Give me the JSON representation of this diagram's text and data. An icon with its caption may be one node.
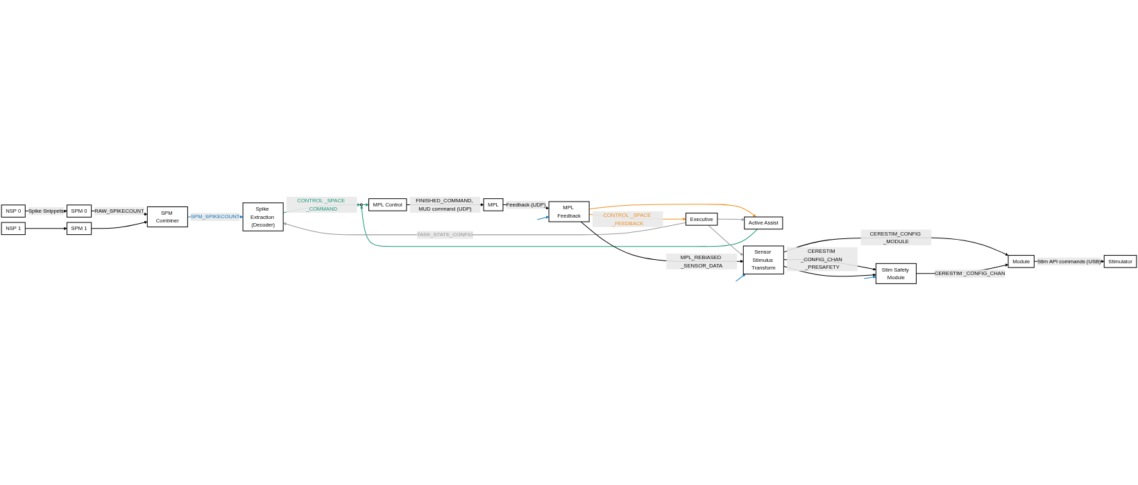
{
  "diagram": {
    "nodes": [
      {
        "text": [
          "NSP 0"
        ]
      },
      {
        "text": [
          "NSP 1"
        ]
      },
      {
        "text": [
          "SPM 0"
        ]
      },
      {
        "text": [
          "SPM 1"
        ]
      },
      {
        "text": [
          "SPM Combiner"
        ]
      },
      {
        "text": [
          "Spike Extraction (Decoder)"
        ]
      },
      {
        "text": [],
        "shape": "circle"
      },
      {
        "text": [
          "MPL Control"
        ]
      },
      {
        "text": [
          "Active Assist"
        ]
      },
      {
        "text": [
          "MPL Feedback"
        ]
      },
      {
        "text": [
          "MPL"
        ]
      },
      {
        "text": [
          "Executive"
        ]
      },
      {
        "text": [
          "Stimulator"
        ]
      },
      {
        "text": [
          "Module"
        ]
      },
      {
        "text": [
          "Stim Safety Module"
        ]
      },
      {
        "text": [
          "Sensor Stimulus Transform"
        ]
      }
    ],
    "edges": [
      {
        "from": 0,
        "to": 2,
        "arrow": "to",
        "label": "Spike Snippets"
      },
      {
        "from": 1,
        "to": 3,
        "arrow": "to"
      },
      {
        "from": 2,
        "to": 4,
        "arrow": "to",
        "label": "RAW_SPIKECOUNT"
      },
      {
        "from": 3,
        "to": 4,
        "arrow": "to"
      },
      {
        "from": 4,
        "to": 5,
        "arrow": "to",
        "label": "SPM_SPIKECOUNT",
        "color": "#1a7fc1"
      },
      {
        "from": 5,
        "to": 6,
        "arrow": "to",
        "label": "CONTROL _SPACE _COMMAND",
        "color": "#1a9a7a"
      },
      {
        "from": 6,
        "to": 7,
        "arrow": "to",
        "color": "#1a9a7a"
      },
      {
        "from": 8,
        "to": 6,
        "arrow": "to",
        "color": "#1a9a7a"
      },
      {
        "from": 7,
        "to": 10,
        "arrow": "to",
        "label": "FINISHED_COMMAND, MUD command (UDP)"
      },
      {
        "from": 10,
        "to": 9,
        "arrow": "to",
        "label": "Feedback (UDP)"
      },
      {
        "from": 9,
        "to": 8,
        "arrow": "to",
        "color": "#f0901e"
      },
      {
        "from": 9,
        "to": 11,
        "arrow": "to",
        "label": "CONTROL _SPACE _FEEDBACK",
        "color": "#f0901e"
      },
      {
        "from": 11,
        "to": 5,
        "arrow": "to",
        "label": "TASK_STATE_CONFIG",
        "color": "#999999"
      },
      {
        "from": 11,
        "to": 8,
        "arrow": "to",
        "color": "#999999"
      },
      {
        "from": 11,
        "to": 15,
        "arrow": "to",
        "color": "#999999"
      },
      {
        "from": 9,
        "to": 15,
        "arrow": "to",
        "label": "MPL_REBIASED _SENSOR_DATA"
      },
      {
        "from": 15,
        "to": 14,
        "arrow": "to",
        "label": "CERESTIM _CONFIG_CHAN _PRESAFETY"
      },
      {
        "from": 15,
        "to": 13,
        "arrow": "to",
        "label": "CERESTIM_CONFIG _MODULE"
      },
      {
        "from": 15,
        "to": 14,
        "arrow": "to"
      },
      {
        "from": 14,
        "to": 13,
        "arrow": "to",
        "label": "CERESTIM _CONFIG_CHAN"
      },
      {
        "from": 13,
        "to": 12,
        "arrow": "to",
        "label": "Stim API commands (USB)"
      },
      {
        "from": null,
        "to": 9,
        "arrow": "to",
        "color": "#1a7fc1"
      },
      {
        "from": null,
        "to": 15,
        "arrow": "to",
        "color": "#1a7fc1"
      },
      {
        "from": null,
        "to": 14,
        "arrow": "to",
        "color": "#1a7fc1"
      }
    ]
  }
}
